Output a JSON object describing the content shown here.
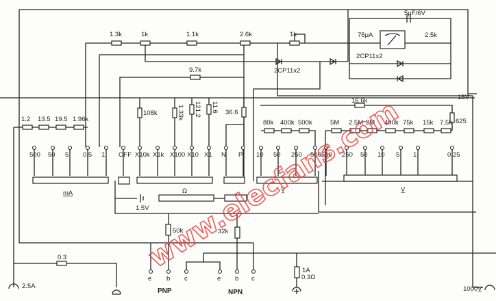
{
  "top": {
    "cap": "5μF/6V",
    "meter": "75μA",
    "meter_r": "2.5k",
    "diodes_a": "2CP11x2",
    "diodes_b": "2CP11x2",
    "r_13k": "1.3k",
    "pot_1k": "1k",
    "r_11k": "1.1k",
    "pot_26k": "2.6k",
    "pot_1k_b": "1k",
    "r_97k": "9.7k",
    "battery_15v": "15V",
    "r_166k": "16.6k",
    "r_625": "625"
  },
  "ma_shunts": [
    "1.2",
    "13.5",
    "19.5",
    "1.96k"
  ],
  "ma_terminals": [
    "500",
    "50",
    "5",
    "0.5",
    "1",
    "OFF"
  ],
  "ohm_resistors": [
    "108k",
    "1.33k",
    "121.2",
    "11.6",
    "36.6"
  ],
  "ohm_terminals": [
    "X10k",
    "X1k",
    "X100",
    "X10",
    "X1",
    "N",
    "P"
  ],
  "acv_resistors": [
    "80k",
    "400k",
    "500k"
  ],
  "acv_terminals": [
    "10",
    "50",
    "250",
    "500"
  ],
  "dcv_resistors": [
    "5M",
    "2.5M",
    "2M",
    "400k",
    "75k",
    "15k",
    "7.5k"
  ],
  "dcv_terminals": [
    "500",
    "250",
    "50",
    "10",
    "5",
    "1",
    "0.25"
  ],
  "switch": {
    "ma": "mA",
    "ohm": "Ω",
    "acv": "V̰",
    "dcv": "V̲",
    "battery": "1.5V"
  },
  "bottom": {
    "r_50k": "50k",
    "r_32k": "32k",
    "r_03": "0.3",
    "jack_25a": "2.5A",
    "fuse": "1A",
    "fuse_r": "0.3Ω",
    "jack_1000v": "1000V̲",
    "pnp_pins": [
      "e",
      "b",
      "c"
    ],
    "npn_pins": [
      "e",
      "b",
      "c"
    ],
    "pnp": "PNP",
    "npn": "NPN"
  },
  "watermark": "www.elecfans.com"
}
